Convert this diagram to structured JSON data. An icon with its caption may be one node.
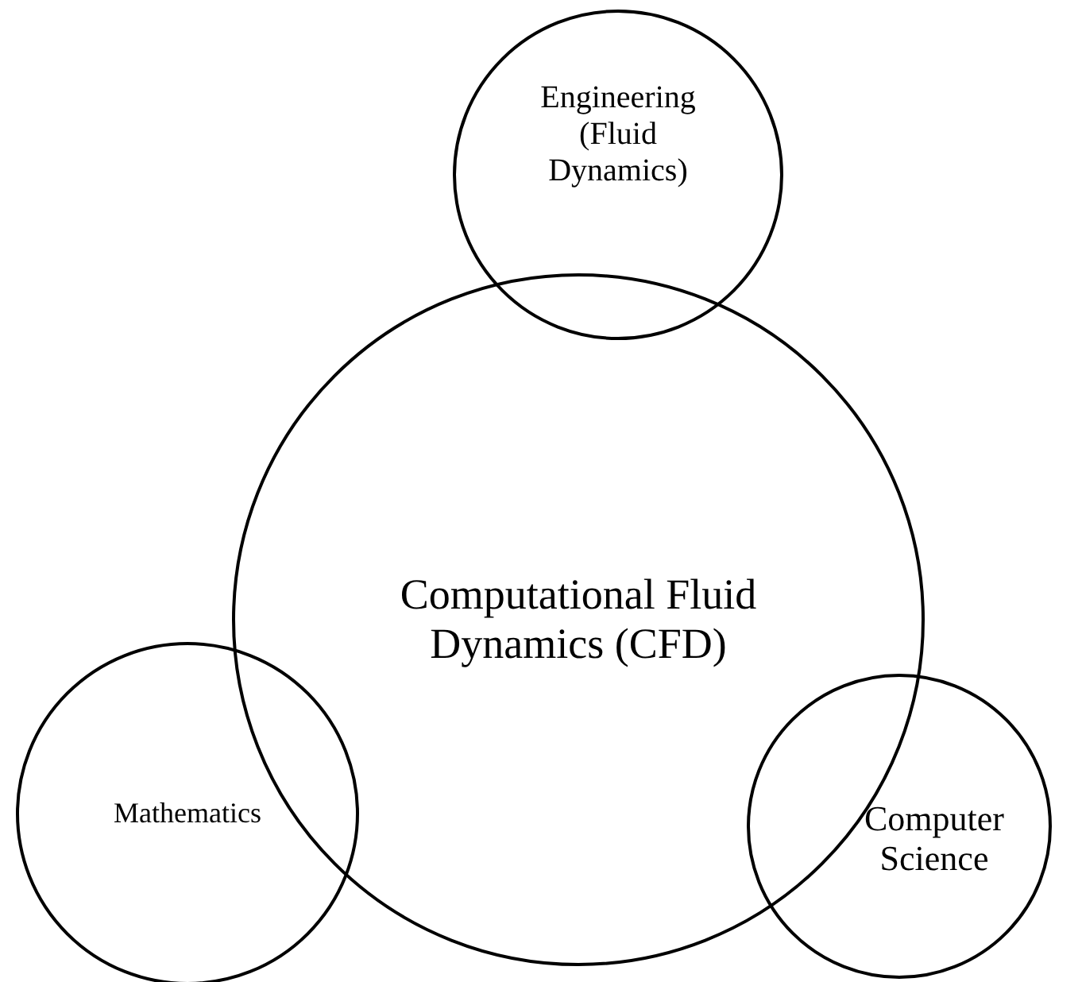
{
  "diagram": {
    "nodes": [
      {
        "text": [
          "Engineering (Fluid Dynamics)"
        ]
      },
      {
        "text": [
          "Computational Fluid Dynamics (CFD)"
        ]
      },
      {
        "text": [
          "Mathematics"
        ]
      },
      {
        "text": [
          "Computer Science"
        ]
      }
    ],
    "edges": []
  }
}
